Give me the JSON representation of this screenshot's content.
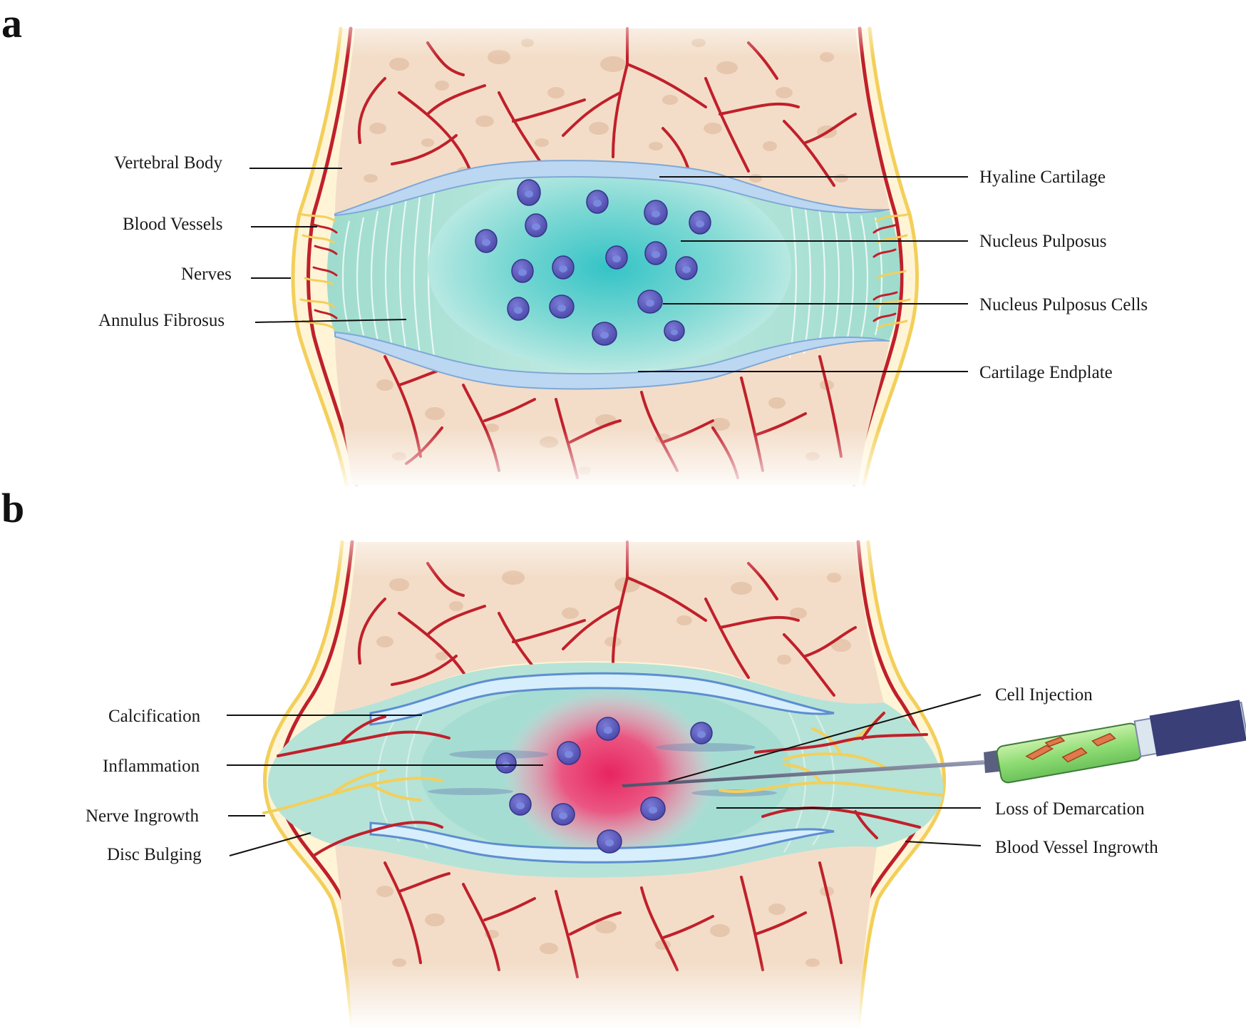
{
  "panel_a": {
    "letter": "a",
    "labels": {
      "vertebral_body": "Vertebral Body",
      "blood_vessels": "Blood Vessels",
      "nerves": "Nerves",
      "annulus_fibrosus": "Annulus Fibrosus",
      "hyaline_cartilage": "Hyaline Cartilage",
      "nucleus_pulposus": "Nucleus Pulposus",
      "nucleus_pulposus_cells": "Nucleus Pulposus Cells",
      "cartilage_endplate": "Cartilage Endplate"
    }
  },
  "panel_b": {
    "letter": "b",
    "labels": {
      "calcification": "Calcification",
      "inflammation": "Inflammation",
      "nerve_ingrowth": "Nerve Ingrowth",
      "disc_bulging": "Disc Bulging",
      "cell_injection": "Cell Injection",
      "loss_of_demarcation": "Loss of Demarcation",
      "blood_vessel_ingrowth": "Blood Vessel Ingrowth"
    }
  },
  "colors": {
    "bone": "#f3ddc8",
    "bone_pore": "#e4c3a8",
    "artery": "#c0202b",
    "nerve": "#f3cf5a",
    "annulus": "#a9dfd3",
    "nucleus": "#4cc8c8",
    "cartilage": "#bcd7f2",
    "cell": "#5b5bb8",
    "inflammation": "#e8316a"
  }
}
